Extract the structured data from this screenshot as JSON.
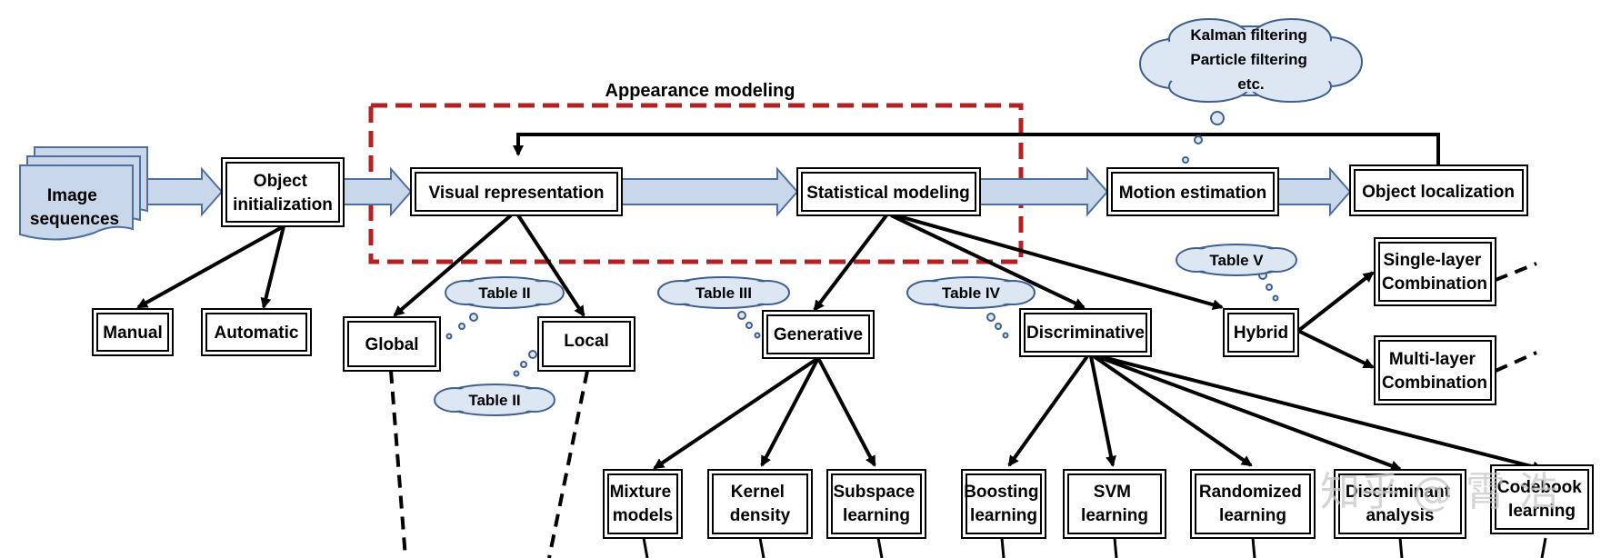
{
  "diagram": {
    "appearance_label": "Appearance modeling",
    "nodes": {
      "image_sequences": [
        "Image",
        "sequences"
      ],
      "object_initialization": [
        "Object",
        "initialization"
      ],
      "visual_representation": [
        "Visual representation"
      ],
      "statistical_modeling": [
        "Statistical modeling"
      ],
      "motion_estimation": [
        "Motion estimation"
      ],
      "object_localization": [
        "Object localization"
      ],
      "manual": [
        "Manual"
      ],
      "automatic": [
        "Automatic"
      ],
      "global": [
        "Global"
      ],
      "local": [
        "Local"
      ],
      "generative": [
        "Generative"
      ],
      "discriminative": [
        "Discriminative"
      ],
      "hybrid": [
        "Hybrid"
      ],
      "single_layer": [
        "Single-layer",
        "Combination"
      ],
      "multi_layer": [
        "Multi-layer",
        "Combination"
      ],
      "mixture_models": [
        "Mixture",
        "models"
      ],
      "kernel_density": [
        "Kernel",
        "density"
      ],
      "subspace_learning": [
        "Subspace",
        "learning"
      ],
      "boosting_learning": [
        "Boosting",
        "learning"
      ],
      "svm_learning": [
        "SVM",
        "learning"
      ],
      "randomized_learning": [
        "Randomized",
        "learning"
      ],
      "discriminant_analysis": [
        "Discriminant",
        "analysis"
      ],
      "codebook_learning": [
        "Codebook",
        "learning"
      ]
    },
    "clouds": {
      "motion_methods": [
        "Kalman filtering",
        "Particle filtering",
        "etc."
      ],
      "table_ii_a": [
        "Table II"
      ],
      "table_ii_b": [
        "Table II"
      ],
      "table_iii": [
        "Table III"
      ],
      "table_iv": [
        "Table IV"
      ],
      "table_v": [
        "Table V"
      ]
    },
    "watermark": "知乎 @ 霄 浩",
    "colors": {
      "dashed_box": "#b22222",
      "flow_arrow_fill": "#c9d7ea",
      "flow_arrow_stroke": "#4f6f9f",
      "cloud_fill": "#dde6f3",
      "cloud_stroke": "#3f5f8f",
      "doc_fill": "#c9d7ea"
    }
  }
}
